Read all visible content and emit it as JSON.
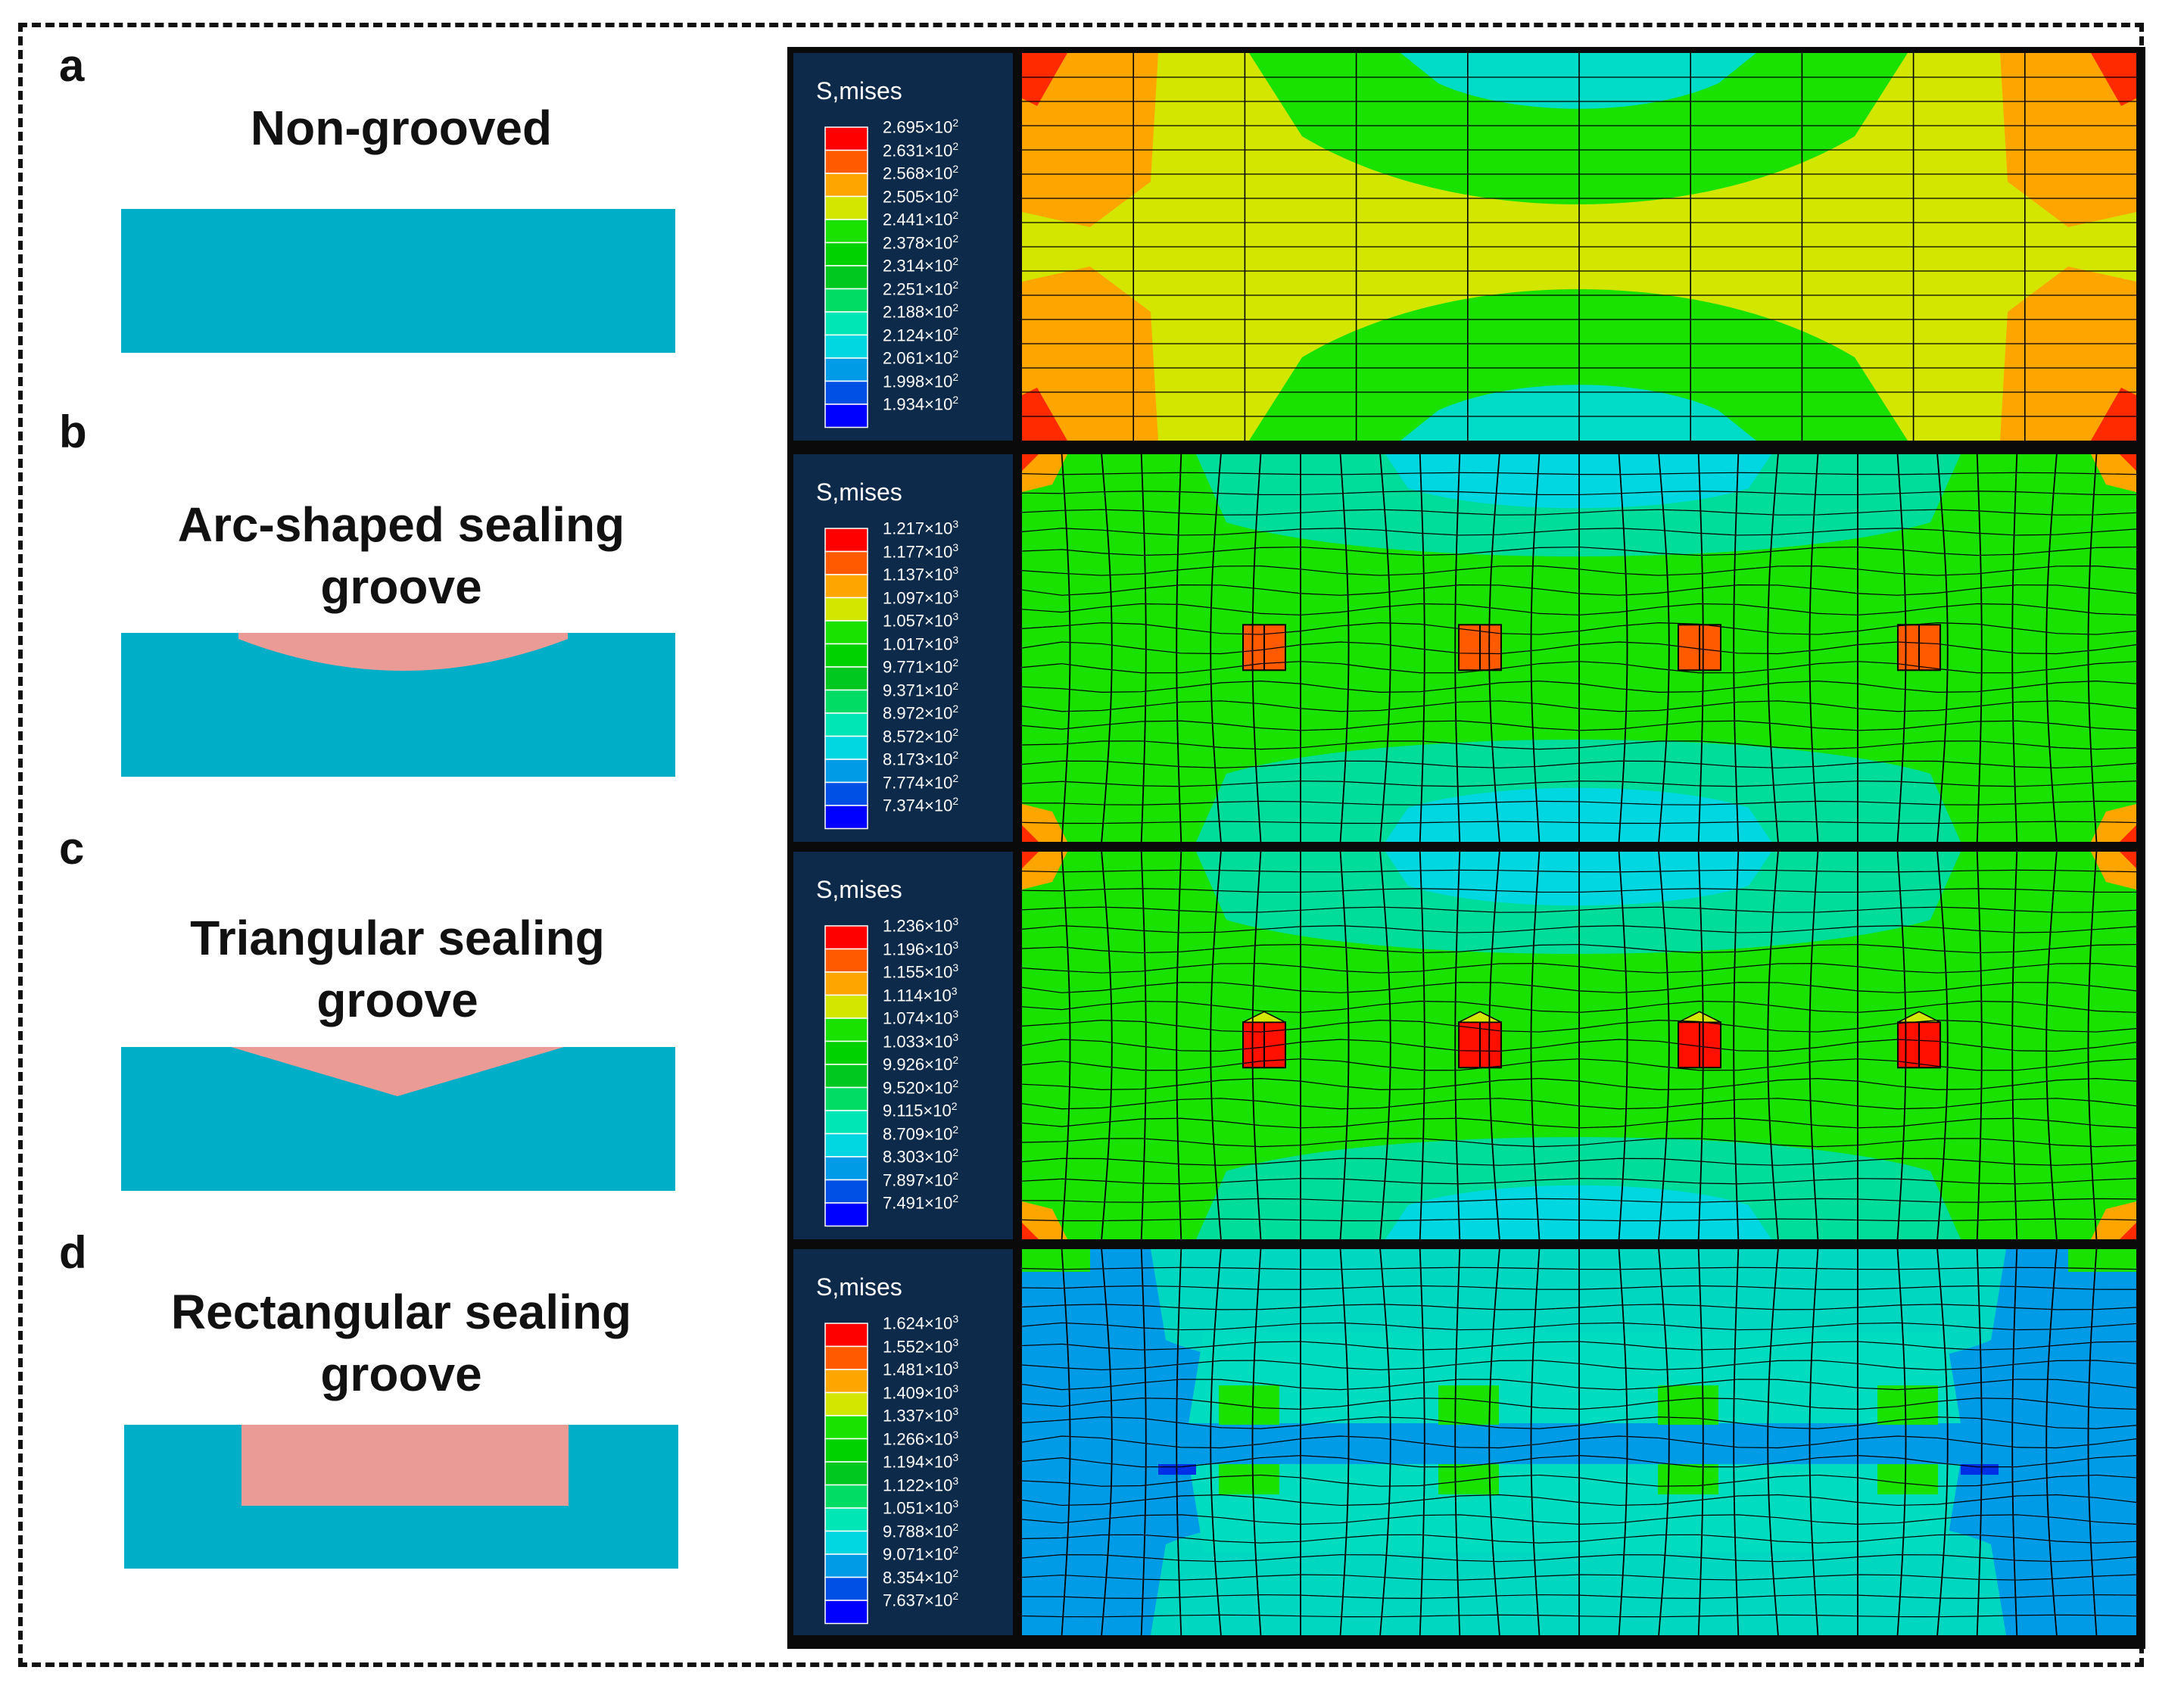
{
  "panels": [
    {
      "letter": "a",
      "title_lines": [
        "Non-grooved"
      ],
      "groove": "none",
      "legend": {
        "title": "S,mises",
        "values": [
          "2.695×10^2",
          "2.631×10^2",
          "2.568×10^2",
          "2.505×10^2",
          "2.441×10^2",
          "2.378×10^2",
          "2.314×10^2",
          "2.251×10^2",
          "2.188×10^2",
          "2.124×10^2",
          "2.061×10^2",
          "1.998×10^2",
          "1.934×10^2"
        ]
      }
    },
    {
      "letter": "b",
      "title_lines": [
        "Arc-shaped sealing",
        "groove"
      ],
      "groove": "arc",
      "legend": {
        "title": "S,mises",
        "values": [
          "1.217×10^3",
          "1.177×10^3",
          "1.137×10^3",
          "1.097×10^3",
          "1.057×10^3",
          "1.017×10^3",
          "9.771×10^2",
          "9.371×10^2",
          "8.972×10^2",
          "8.572×10^2",
          "8.173×10^2",
          "7.774×10^2",
          "7.374×10^2"
        ]
      }
    },
    {
      "letter": "c",
      "title_lines": [
        "Triangular sealing",
        "groove"
      ],
      "groove": "triangle",
      "legend": {
        "title": "S,mises",
        "values": [
          "1.236×10^3",
          "1.196×10^3",
          "1.155×10^3",
          "1.114×10^3",
          "1.074×10^3",
          "1.033×10^3",
          "9.926×10^2",
          "9.520×10^2",
          "9.115×10^2",
          "8.709×10^2",
          "8.303×10^2",
          "7.897×10^2",
          "7.491×10^2"
        ]
      }
    },
    {
      "letter": "d",
      "title_lines": [
        "Rectangular sealing",
        "groove"
      ],
      "groove": "rectangle",
      "legend": {
        "title": "S,mises",
        "values": [
          "1.624×10^3",
          "1.552×10^3",
          "1.481×10^3",
          "1.409×10^3",
          "1.337×10^3",
          "1.266×10^3",
          "1.194×10^3",
          "1.122×10^3",
          "1.051×10^3",
          "9.788×10^2",
          "9.071×10^2",
          "8.354×10^2",
          "7.637×10^2"
        ]
      }
    }
  ],
  "colors": {
    "substrate": "#00aec8",
    "groove_fill": "#eb9b95",
    "legend_bg": "#0e2a4a",
    "scale": [
      "#ff0000",
      "#ff5a00",
      "#ffa500",
      "#d2e600",
      "#19e100",
      "#00d200",
      "#00c81e",
      "#00dc64",
      "#00e6b4",
      "#00d7e1",
      "#009be6",
      "#0050e6",
      "#0000ff"
    ]
  }
}
